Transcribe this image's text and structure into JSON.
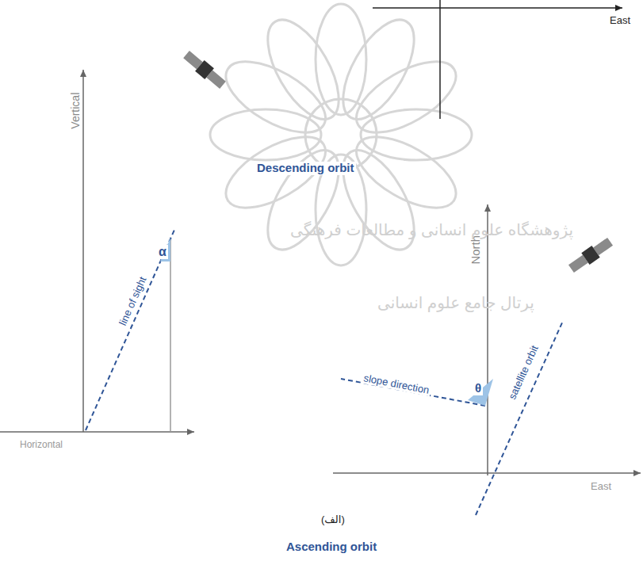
{
  "diagram": {
    "labels": [
      "East",
      "Descending orbit",
      "Vertical",
      "line of sight",
      "α",
      "Horizontal",
      "North",
      "slope direction",
      "satellite orbit",
      "θ",
      "East",
      "(الف)",
      "Ascending orbit",
      "پژوهشگاه علوم انسانی و مطالعات فرهنگی",
      "پرتال جامع علوم انسانی"
    ]
  }
}
